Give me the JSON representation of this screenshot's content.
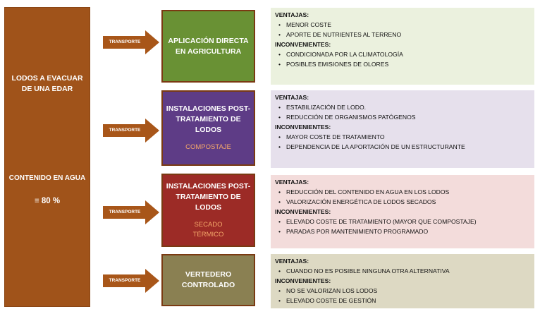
{
  "source": {
    "title": "LODOS A EVACUAR DE UNA EDAR",
    "water_label": "CONTENIDO EN AGUA",
    "water_value": "≡ 80 %",
    "color": "#a0531a"
  },
  "arrow_label": "TRANSPORTE",
  "rows": [
    {
      "title": "APLICACIÓN DIRECTA EN AGRICULTURA",
      "subtitle": "",
      "box_color": "#699134",
      "panel_color": "#ebf1de",
      "advantages_label": "VENTAJAS:",
      "advantages": [
        "MENOR COSTE",
        "APORTE DE NUTRIENTES AL TERRENO"
      ],
      "disadvantages_label": "INCONVENIENTES:",
      "disadvantages": [
        "CONDICIONADA POR LA CLIMATOLOGÍA",
        "POSIBLES EMISIONES DE OLORES"
      ]
    },
    {
      "title": "INSTALACIONES POST-TRATAMIENTO DE LODOS",
      "subtitle": "COMPOSTAJE",
      "box_color": "#5e3c86",
      "panel_color": "#e6e0ec",
      "advantages_label": "VENTAJAS:",
      "advantages": [
        "ESTABILIZACIÓN DE LODO.",
        "REDUCCIÓN DE ORGANISMOS PATÓGENOS"
      ],
      "disadvantages_label": "INCONVENIENTES:",
      "disadvantages": [
        "MAYOR COSTE DE TRATAMIENTO",
        "DEPENDENCIA DE LA APORTACIÓN DE UN ESTRUCTURANTE"
      ]
    },
    {
      "title": "INSTALACIONES POST-TRATAMIENTO DE LODOS",
      "subtitle": "SECADO TÉRMICO",
      "box_color": "#9c2b26",
      "panel_color": "#f3dcdb",
      "advantages_label": "VENTAJAS:",
      "advantages": [
        "REDUCCIÓN DEL CONTENIDO EN AGUA EN LOS LODOS",
        "VALORIZACIÓN ENERGÉTICA DE LODOS SECADOS"
      ],
      "disadvantages_label": "INCONVENIENTES:",
      "disadvantages": [
        "ELEVADO COSTE DE TRATAMIENTO (MAYOR QUE COMPOSTAJE)",
        "PARADAS POR MANTENIMIENTO PROGRAMADO"
      ]
    },
    {
      "title": "VERTEDERO CONTROLADO",
      "subtitle": "",
      "box_color": "#8a8052",
      "panel_color": "#ddd9c3",
      "advantages_label": "VENTAJAS:",
      "advantages": [
        "CUANDO NO ES POSIBLE NINGUNA OTRA ALTERNATIVA"
      ],
      "disadvantages_label": "INCONVENIENTES:",
      "disadvantages": [
        "NO SE VALORIZAN LOS LODOS",
        "ELEVADO COSTE DE GESTIÓN"
      ]
    }
  ]
}
